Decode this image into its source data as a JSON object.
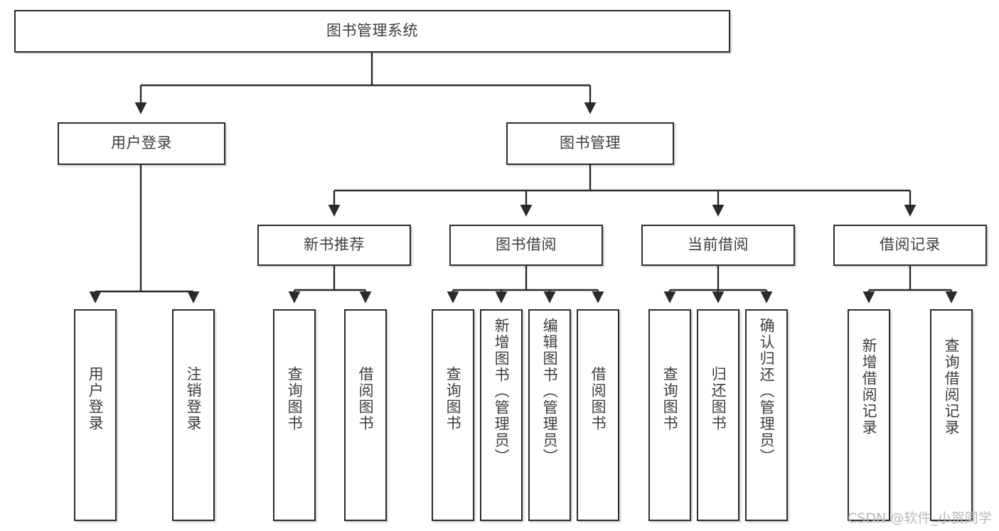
{
  "diagram": {
    "title": "图书管理系统",
    "type": "tree-structure-chart",
    "watermark": "CSDN @软件_小贺同学",
    "colors": {
      "box_border": "#2b2b2b",
      "box_fill": "#ffffff",
      "text": "#3d3d3d",
      "connector": "#2b2b2b",
      "watermark": "#b9b9b9",
      "background": "#ffffff"
    },
    "root": {
      "label": "图书管理系统"
    },
    "level2": [
      {
        "label": "用户登录"
      },
      {
        "label": "图书管理"
      }
    ],
    "level3": [
      {
        "label": "新书推荐"
      },
      {
        "label": "图书借阅"
      },
      {
        "label": "当前借阅"
      },
      {
        "label": "借阅记录"
      }
    ],
    "leaves": {
      "user_login": [
        {
          "label": "用户登录"
        },
        {
          "label": "注销登录"
        }
      ],
      "new_book": [
        {
          "label": "查询图书"
        },
        {
          "label": "借阅图书"
        }
      ],
      "book_borrow": [
        {
          "label": "查询图书"
        },
        {
          "label": "新增图书（管理员）"
        },
        {
          "label": "编辑图书（管理员）"
        },
        {
          "label": "借阅图书"
        }
      ],
      "current_borrow": [
        {
          "label": "查询图书"
        },
        {
          "label": "归还图书"
        },
        {
          "label": "确认归还（管理员）"
        }
      ],
      "borrow_record": [
        {
          "label": "新增借阅记录"
        },
        {
          "label": "查询借阅记录"
        }
      ]
    }
  }
}
